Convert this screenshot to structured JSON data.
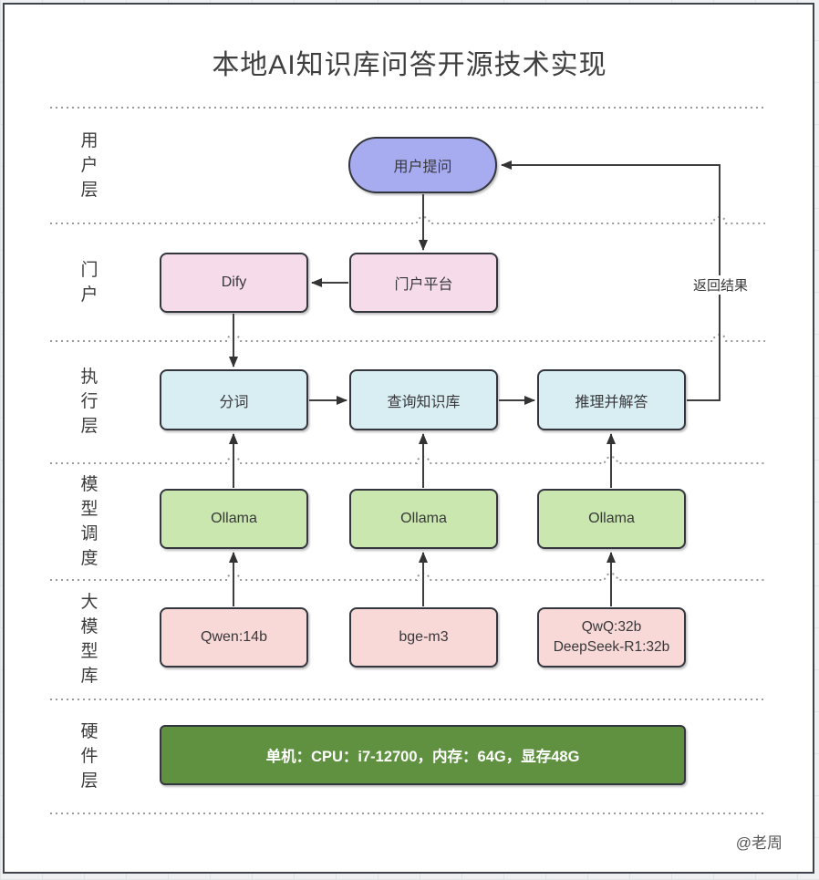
{
  "title": "本地AI知识库问答开源技术实现",
  "watermark": "@老周",
  "layers": {
    "user": "用\n户\n层",
    "portal": "门\n户",
    "execution": "执\n行\n层",
    "scheduler": "模\n型\n调\n度",
    "models": "大\n模\n型\n库",
    "hardware": "硬\n件\n层"
  },
  "nodes": {
    "user_question": "用户提问",
    "dify": "Dify",
    "portal_platform": "门户平台",
    "tokenize": "分词",
    "query_kb": "查询知识库",
    "reason_answer": "推理并解答",
    "ollama": "Ollama",
    "qwen": "Qwen:14b",
    "bge_m3": "bge-m3",
    "qwq_line1": "QwQ:32b",
    "qwq_line2": "DeepSeek-R1:32b",
    "hardware_spec": "单机：CPU：i7-12700，内存：64G，显存48G"
  },
  "edges": {
    "return_result": "返回结果"
  },
  "colors": {
    "user_question_fill": "#a7abf0",
    "portal_fill": "#f6dcea",
    "execution_fill": "#d9eef3",
    "ollama_fill": "#c9e7ae",
    "model_fill": "#f8d9d8",
    "hardware_fill": "#5f9141",
    "box_border": "#33373d",
    "line": "#3f3f3f",
    "divider": "#9a9a9a",
    "frame_border": "#3e434c"
  }
}
